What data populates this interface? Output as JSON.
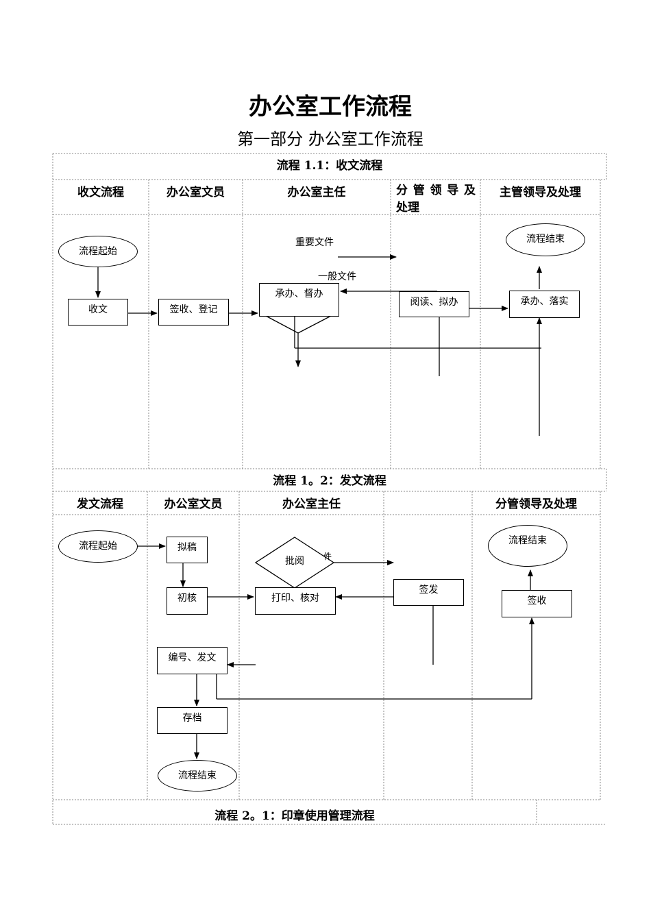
{
  "title": "办公室工作流程",
  "subtitle": "第一部分 办公室工作流程",
  "flow1": {
    "caption": "流程 1.1：收文流程",
    "headers": [
      "收文流程",
      "办公室文员",
      "办公室主任",
      "分 管 领 导 及 处理",
      "主管领导及处理"
    ],
    "nodes": {
      "start": "流程起始",
      "receive": "收文",
      "sign_register": "签收、登记",
      "undertake_supervise": "承办、督办",
      "read_draft": "阅读、拟办",
      "undertake_implement": "承办、落实",
      "end": "流程结束"
    },
    "labels": {
      "important": "重要文件",
      "general": "一般文件"
    }
  },
  "flow2": {
    "caption": "流程 1。2：发文流程",
    "headers": [
      "发文流程",
      "办公室文员",
      "办公室主任",
      "",
      "分管领导及处理"
    ],
    "nodes": {
      "start": "流程起始",
      "draft": "拟稿",
      "review": "批阅",
      "initial_check": "初核",
      "print_check": "打印、核对",
      "sign_issue": "签发",
      "sign_receive": "签收",
      "number_issue": "编号、发文",
      "archive": "存档",
      "end_right": "流程结束",
      "end_bottom": "流程结束"
    },
    "labels": {
      "partial": "件"
    }
  },
  "flow3": {
    "caption": "流程 2。1：印章使用管理流程"
  }
}
